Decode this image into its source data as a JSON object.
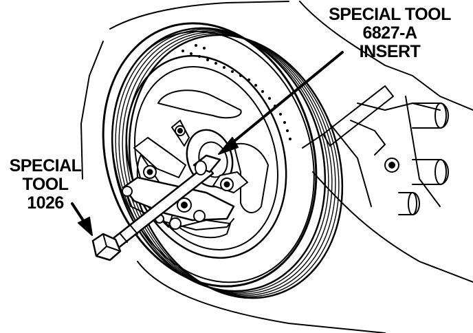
{
  "labels": {
    "insert_tool": [
      "SPECIAL TOOL",
      "6827-A",
      "INSERT"
    ],
    "puller_tool": [
      "SPECIAL",
      "TOOL",
      "1026"
    ]
  },
  "colors": {
    "ink": "#000000",
    "paper": "#ffffff"
  }
}
